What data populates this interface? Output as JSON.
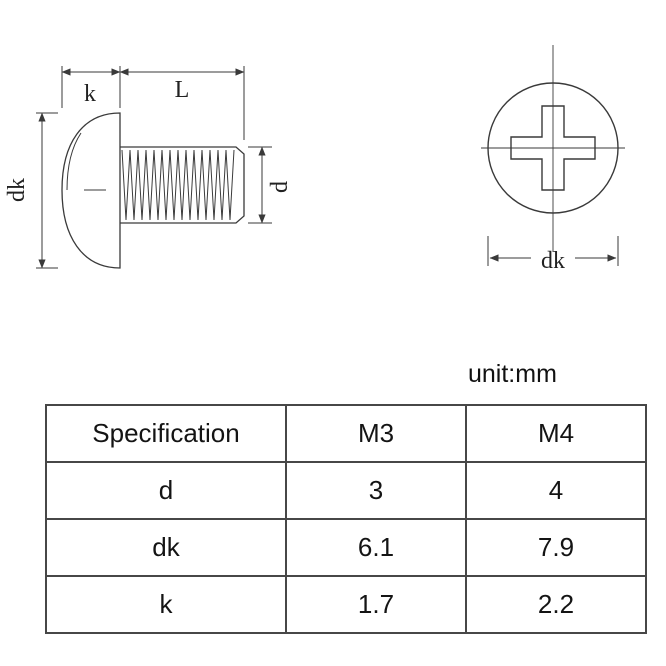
{
  "unit_label": "unit:mm",
  "side_view": {
    "dim_k": "k",
    "dim_L": "L",
    "dim_dk": "dk",
    "dim_d": "d"
  },
  "top_view": {
    "dim_dk": "dk"
  },
  "table": {
    "headers": [
      "Specification",
      "M3",
      "M4"
    ],
    "rows": [
      [
        "d",
        "3",
        "4"
      ],
      [
        "dk",
        "6.1",
        "7.9"
      ],
      [
        "k",
        "1.7",
        "2.2"
      ]
    ]
  }
}
